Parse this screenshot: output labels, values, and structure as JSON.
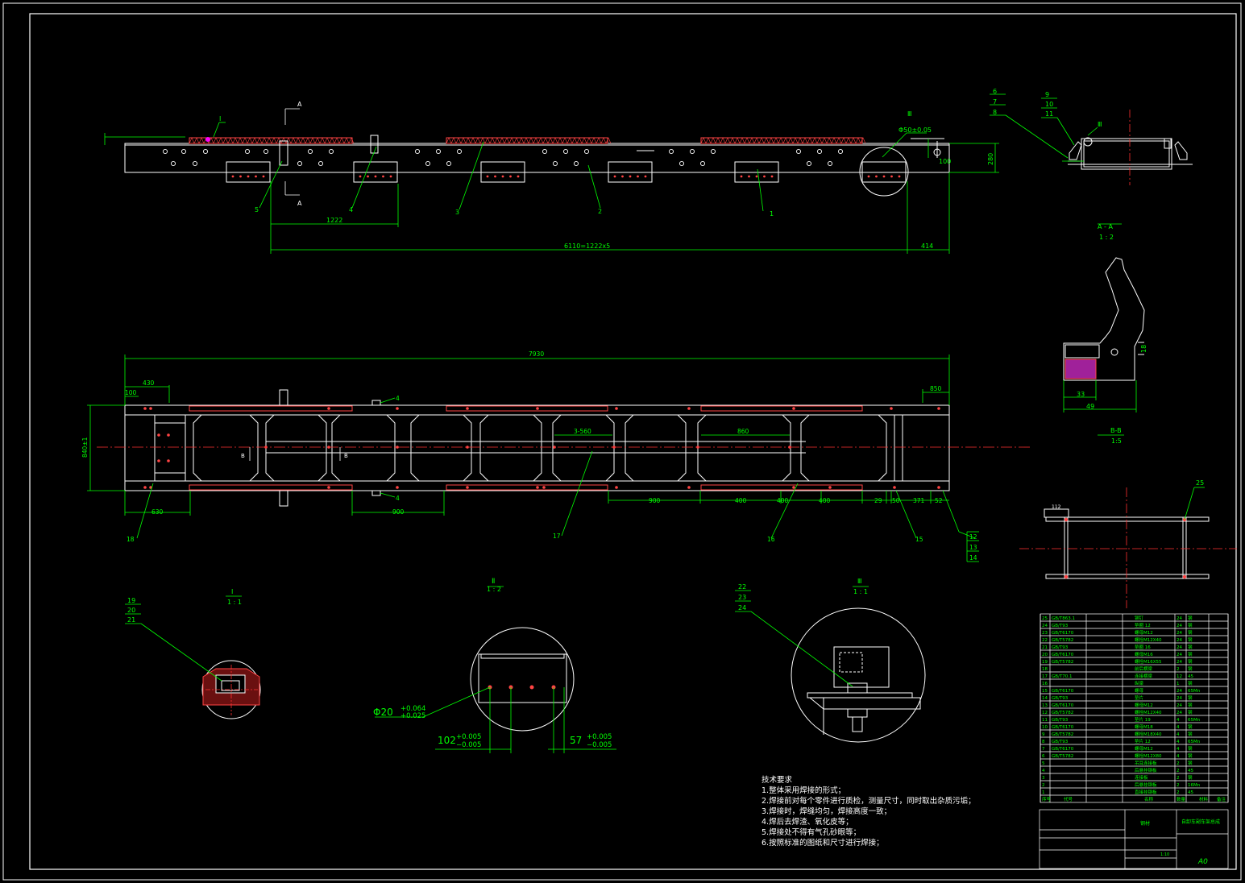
{
  "colors": {
    "background": "#000000",
    "frame": "#ffffff",
    "dimension": "#00ff00",
    "centerline": "#ff3030",
    "hatch": "#ff4444",
    "highlight": "#ff00ff"
  },
  "view_top": {
    "callouts": [
      "1",
      "2",
      "3",
      "4",
      "5"
    ],
    "section_mark": "A",
    "detail_mark_1": "Ⅰ",
    "detail_mark_3": "Ⅲ",
    "dim_length": "6110=1222x5",
    "dim_pitch": "1222",
    "dim_end": "414",
    "dim_height": "280",
    "dim_hole": "Φ50±0.05",
    "dim_small": "100"
  },
  "view_plan": {
    "dim_total": "7930",
    "dim_430": "430",
    "dim_100": "100",
    "dim_width": "840±1",
    "dim_850": "850",
    "dim_630": "630",
    "dim_900a": "900",
    "dim_900b": "900",
    "dim_400a": "400",
    "dim_400b": "400",
    "dim_400c": "400",
    "dim_29": "29",
    "dim_50": "50",
    "dim_371": "371",
    "dim_52": "52",
    "dim_560": "3-560",
    "dim_860": "860",
    "section_b": "B",
    "callouts_bottom": [
      "18",
      "17",
      "16",
      "15"
    ],
    "callouts_right": [
      "12",
      "13",
      "14"
    ],
    "callout_4": "4"
  },
  "view_side": {
    "callouts_left": [
      "6",
      "7",
      "8"
    ],
    "callouts_mid": [
      "9",
      "10",
      "11"
    ],
    "mark": "Ⅲ"
  },
  "section_aa": {
    "title": "A - A",
    "scale": "1 : 2",
    "dim_33": "33",
    "dim_49": "49",
    "dim_side": "18"
  },
  "section_bb": {
    "title": "B-B",
    "scale": "1:5",
    "callout": "25",
    "dim_112": "112"
  },
  "detail_1": {
    "title": "Ⅰ",
    "scale": "1 : 1",
    "callouts": [
      "19",
      "20",
      "21"
    ]
  },
  "detail_2": {
    "title": "Ⅱ",
    "scale": "1 : 2",
    "dim_dia": "Φ20",
    "dim_dia_tol_up": "+0.064",
    "dim_dia_tol_low": "+0.025",
    "dim_102": "102",
    "dim_57": "57",
    "tol_up": "+0.005",
    "tol_low": "−0.005"
  },
  "detail_3": {
    "title": "Ⅲ",
    "scale": "1 : 1",
    "callouts": [
      "22",
      "23",
      "24"
    ]
  },
  "tech_req": {
    "title": "技术要求",
    "items": [
      "1.整体采用焊接的形式；",
      "2.焊接前对每个零件进行质检，测量尺寸，同时取出杂质污垢；",
      "3.焊接时，焊缝均匀，焊接高度一致；",
      "4.焊后去焊渣、氧化皮等；",
      "5.焊接处不得有气孔砂眼等；",
      "6.按照标准的图纸和尺寸进行焊接；"
    ]
  },
  "bom": {
    "rows": [
      [
        "25",
        "GB/T863.1",
        "铆钉",
        "24",
        "钢"
      ],
      [
        "24",
        "GB/T93",
        "垫圈 12",
        "24",
        "钢"
      ],
      [
        "23",
        "GB/T6170",
        "螺母M12",
        "24",
        "钢"
      ],
      [
        "22",
        "GB/T5782",
        "螺栓M12X40",
        "24",
        "钢"
      ],
      [
        "21",
        "GB/T93",
        "垫圈 16",
        "24",
        "钢"
      ],
      [
        "20",
        "GB/T6170",
        "螺母M16",
        "24",
        "钢"
      ],
      [
        "19",
        "GB/T5782",
        "螺栓M16X55",
        "24",
        "钢"
      ],
      [
        "18",
        "",
        "前后横梁",
        "2",
        "钢"
      ],
      [
        "17",
        "GB/T70.1",
        "连接横梁",
        "12",
        "45"
      ],
      [
        "16",
        "",
        "纵梁",
        "1",
        "钢"
      ],
      [
        "15",
        "GB/T6170",
        "螺母",
        "24",
        "65Mn"
      ],
      [
        "14",
        "GB/T93",
        "垫片",
        "24",
        "钢"
      ],
      [
        "13",
        "GB/T6170",
        "螺母M12",
        "24",
        "钢"
      ],
      [
        "12",
        "GB/T5782",
        "螺栓M12X40",
        "24",
        "钢"
      ],
      [
        "11",
        "GB/T93",
        "垫片 19",
        "4",
        "65Mn"
      ],
      [
        "10",
        "GB/T6170",
        "螺母M18",
        "4",
        "钢"
      ],
      [
        "9",
        "GB/T5782",
        "螺栓M18X40",
        "4",
        "钢"
      ],
      [
        "8",
        "GB/T93",
        "垫片 12",
        "4",
        "65Mn"
      ],
      [
        "7",
        "GB/T6170",
        "螺母M12",
        "4",
        "钢"
      ],
      [
        "6",
        "GB/T5782",
        "螺栓M12X80",
        "4",
        "钢"
      ],
      [
        "5",
        "",
        "吊耳连接板",
        "2",
        "钢"
      ],
      [
        "4",
        "",
        "后悬挂钢板",
        "2",
        "45"
      ],
      [
        "3",
        "",
        "连接板",
        "2",
        "钢"
      ],
      [
        "2",
        "",
        "后悬挂钢板",
        "2",
        "16Mn"
      ],
      [
        "1",
        "",
        "直接挂钢板",
        "2",
        "45"
      ]
    ],
    "header": [
      "序号",
      "代号",
      "名称",
      "数量",
      "材料",
      "备注"
    ],
    "title_block": {
      "title": "自卸车副车架总成",
      "material": "钢材",
      "scale": "1:10",
      "sheet": "A0"
    }
  }
}
